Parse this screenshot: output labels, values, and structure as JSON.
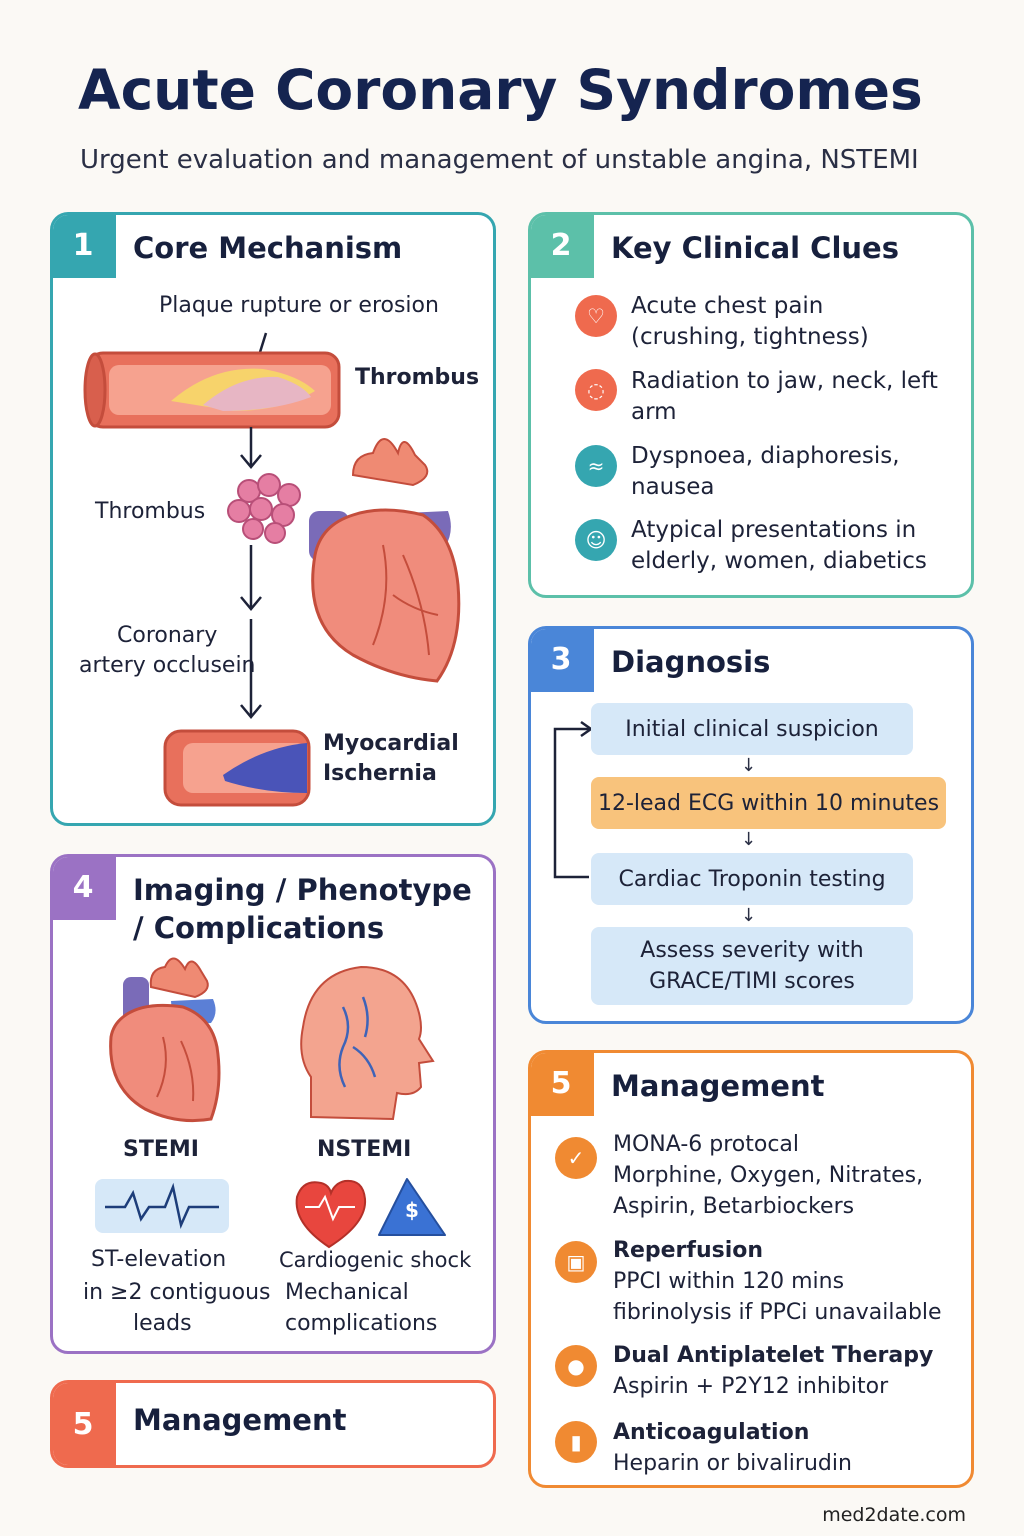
{
  "header": {
    "title": "Acute Coronary Syndromes",
    "subtitle": "Urgent evaluation and management of unstable angina, NSTEMI"
  },
  "panel1": {
    "num": "1",
    "title": "Core Mechanism",
    "label_plaque": "Plaque rupture or erosion",
    "label_thrombus_right": "Thrombus",
    "label_thrombus_left": "Thrombus",
    "label_occlusion_1": "Coronary",
    "label_occlusion_2": "artery occlusein",
    "label_ischemia_1": "Myocardial",
    "label_ischemia_2": "Ischernia"
  },
  "panel2": {
    "num": "2",
    "title": "Key Clinical Clues",
    "clues": [
      {
        "line1": "Acute chest pain",
        "line2": "(crushing, tightness)",
        "icon": "chest-pain-icon",
        "color": "#ef6a4e"
      },
      {
        "line1": "Radiation to jaw, neck, left",
        "line2": "arm",
        "icon": "radiation-icon",
        "color": "#ef6a4e"
      },
      {
        "line1": "Dyspnoea, diaphoresis,",
        "line2": "nausea",
        "icon": "breathing-icon",
        "color": "#35a6b0"
      },
      {
        "line1": "Atypical presentations in",
        "line2": "elderly, women, diabetics",
        "icon": "elderly-person-icon",
        "color": "#35a6b0"
      }
    ]
  },
  "panel3": {
    "num": "3",
    "title": "Diagnosis",
    "steps": [
      {
        "line1": "Initial clinical suspicion",
        "line2": ""
      },
      {
        "line1": "12-lead ECG within 10 minutes",
        "line2": ""
      },
      {
        "line1": "Cardiac Troponin testing",
        "line2": ""
      },
      {
        "line1": "Assess severity with",
        "line2": "GRACE/TIMI scores"
      }
    ],
    "arrow": "↓"
  },
  "panel4": {
    "num": "4",
    "title_1": "Imaging / Phenotype",
    "title_2": "/ Complications",
    "stemi": "STEMI",
    "nstemi": "NSTEMI",
    "stemi_desc_1": "ST-elevation",
    "stemi_desc_2": "in ≥2 contiguous",
    "stemi_desc_3": "leads",
    "nstemi_desc_1": "Cardiogenic shock",
    "nstemi_desc_2": "Mechanical",
    "nstemi_desc_3": "complications",
    "dollar": "$"
  },
  "panel5a": {
    "num": "5",
    "title": "Management"
  },
  "panel5b": {
    "num": "5",
    "title": "Management",
    "items": [
      {
        "head": "MONA-6 protocal",
        "l1": "Morphine, Oxygen, Nitrates,",
        "l2": "Aspirin, Betarbiockers",
        "icon": "check-icon"
      },
      {
        "head": "Reperfusion",
        "l1": "PPCI within 120 mins",
        "l2": "fibrinolysis if PPCi unavailable",
        "icon": "clipboard-icon"
      },
      {
        "head": "Dual Antiplatelet Therapy",
        "l1": "Aspirin + P2Y12 inhibitor",
        "l2": "",
        "icon": "pills-icon"
      },
      {
        "head": "Anticoagulation",
        "l1": "Heparin or bivalirudin",
        "l2": "",
        "icon": "vial-icon"
      }
    ]
  },
  "footer": {
    "site": "med2date.com"
  }
}
